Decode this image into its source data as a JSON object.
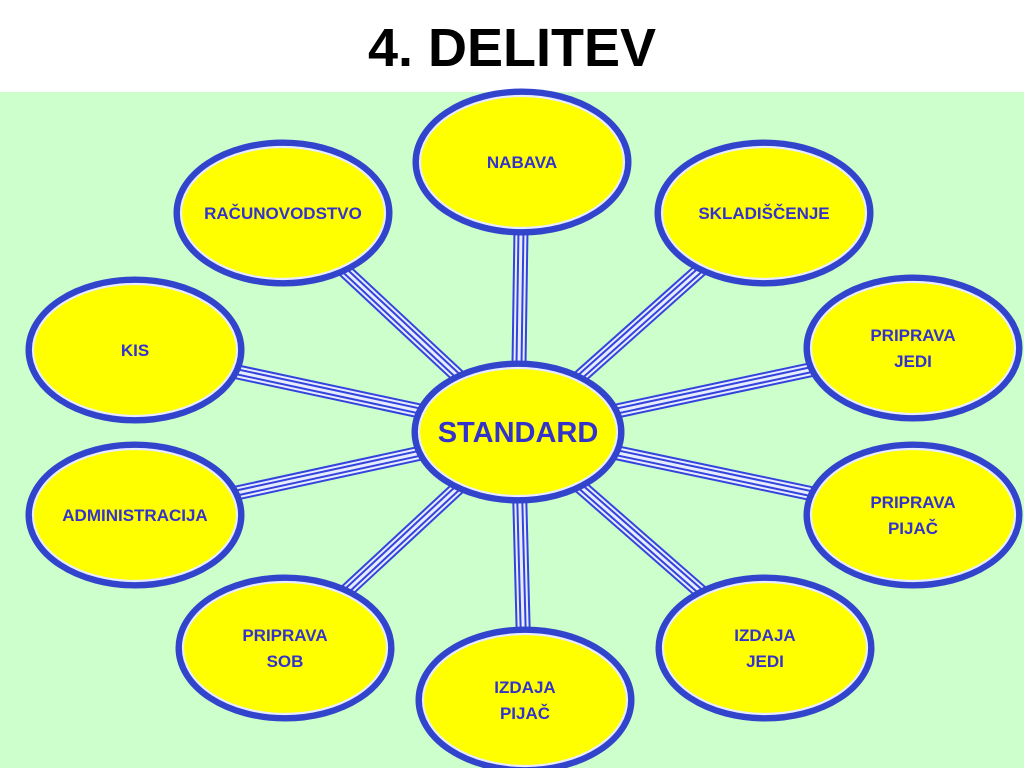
{
  "title": "4. DELITEV",
  "colors": {
    "background": "#CCFFCC",
    "node_fill": "#FFFF00",
    "accent": "#3333CC"
  },
  "center": {
    "label": "STANDARD"
  },
  "nodes": [
    {
      "lines": [
        "NABAVA"
      ]
    },
    {
      "lines": [
        "SKLADIŠČENJE"
      ]
    },
    {
      "lines": [
        "PRIPRAVA",
        "JEDI"
      ]
    },
    {
      "lines": [
        "PRIPRAVA",
        "PIJAČ"
      ]
    },
    {
      "lines": [
        "IZDAJA",
        "JEDI"
      ]
    },
    {
      "lines": [
        "IZDAJA",
        "PIJAČ"
      ]
    },
    {
      "lines": [
        "PRIPRAVA",
        "SOB"
      ]
    },
    {
      "lines": [
        "ADMINISTRACIJA"
      ]
    },
    {
      "lines": [
        "KIS"
      ]
    },
    {
      "lines": [
        "RAČUNOVODSTVO"
      ]
    }
  ]
}
